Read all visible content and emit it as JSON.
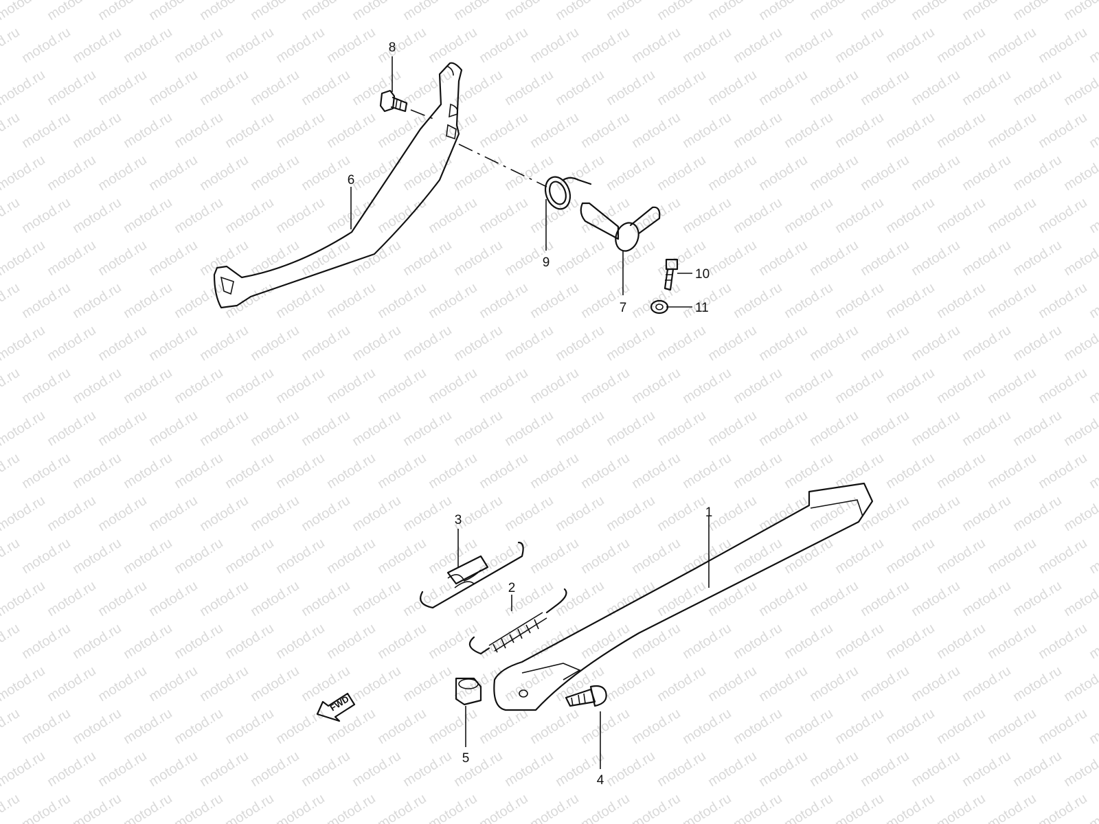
{
  "watermark": "motod.ru",
  "fwd_label": "FWD",
  "callouts": {
    "c1": "1",
    "c2": "2",
    "c3": "3",
    "c4": "4",
    "c5": "5",
    "c6": "6",
    "c7": "7",
    "c8": "8",
    "c9": "9",
    "c10": "10",
    "c11": "11"
  },
  "colors": {
    "line": "#111111",
    "watermark": "#d9d9d9",
    "background": "#ffffff"
  }
}
